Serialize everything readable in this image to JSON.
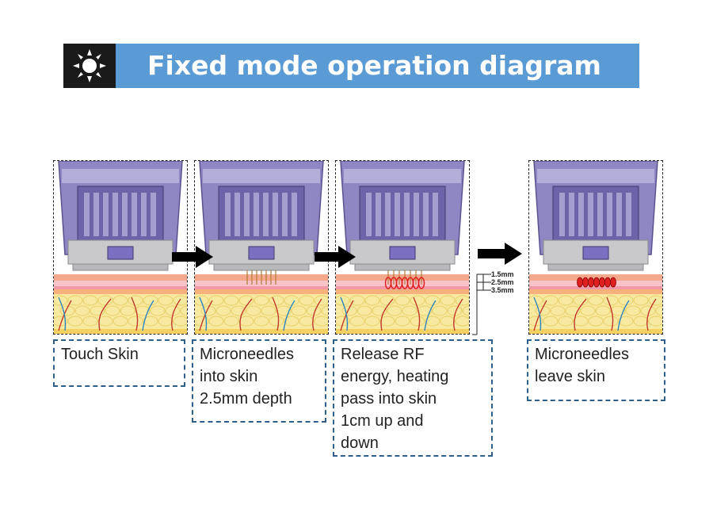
{
  "header": {
    "title": "Fixed mode operation diagram",
    "icon": "sun-icon",
    "band_color": "#5b9bd5",
    "icon_bg_color": "#1a1a1a"
  },
  "steps": [
    {
      "caption": "Touch Skin",
      "needles": "none"
    },
    {
      "caption": "Microneedles\ninto skin\n2.5mm depth",
      "needles": "inserted"
    },
    {
      "caption": "Release RF\nenergy, heating\npass into skin\n1cm up and\ndown",
      "needles": "heating"
    },
    {
      "caption": "Microneedles\nleave skin",
      "needles": "heated-zone"
    }
  ],
  "depth_scale": [
    "1.5mm",
    "2.5mm",
    "3.5mm"
  ],
  "colors": {
    "device": "#8f87c4",
    "skin_top": "#f4a98c",
    "skin_fat": "#f8e9a0",
    "heat": "#e02020",
    "caption_border": "#2e5f8a"
  }
}
